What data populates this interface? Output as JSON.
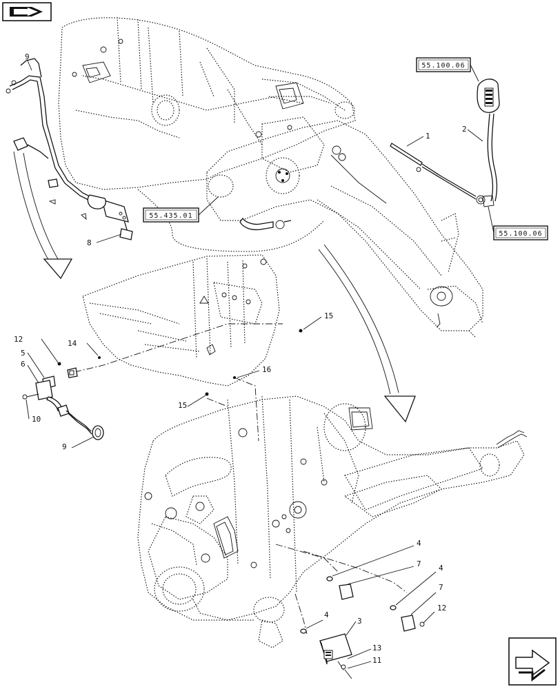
{
  "reference_boxes": {
    "ref_top_right": "55.100.06",
    "ref_right": "55.100.06",
    "ref_left": "55.435.01"
  },
  "callouts": {
    "c1": "1",
    "c2": "2",
    "c3": "3",
    "c4a": "4",
    "c4b": "4",
    "c4c": "4",
    "c5": "5",
    "c6": "6",
    "c7a": "7",
    "c7b": "7",
    "c8": "8",
    "c9a": "9",
    "c9b": "9",
    "c10": "10",
    "c11": "11",
    "c12a": "12",
    "c12b": "12",
    "c13": "13",
    "c14": "14",
    "c15a": "15",
    "c15b": "15",
    "c16": "16"
  },
  "icons": {
    "top_left": "book-arrow-icon",
    "bottom_right": "next-page-arrow-icon"
  }
}
